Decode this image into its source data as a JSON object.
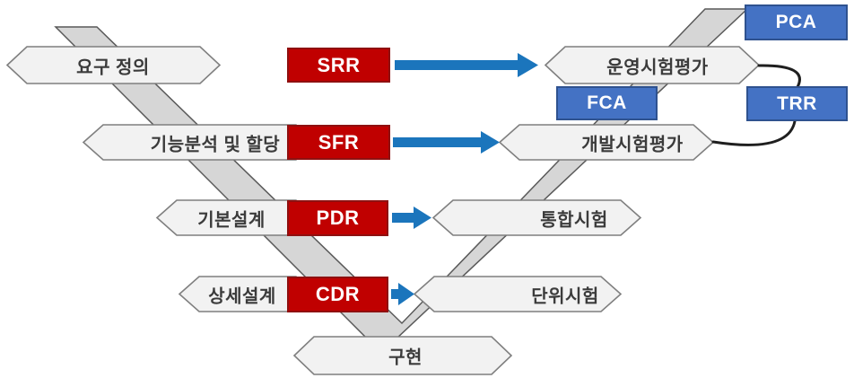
{
  "diagram": {
    "title_hint": "V-model development and test process",
    "phases": {
      "requirements": "요구 정의",
      "functional_analysis": "기능분석 및 할당",
      "preliminary_design": "기본설계",
      "detailed_design": "상세설계",
      "implementation": "구현",
      "unit_test": "단위시험",
      "integration_test": "통합시험",
      "development_test_eval": "개발시험평가",
      "operational_test_eval": "운영시험평가"
    },
    "reviews": {
      "srr": "SRR",
      "sfr": "SFR",
      "pdr": "PDR",
      "cdr": "CDR"
    },
    "audits": {
      "pca": "PCA",
      "fca": "FCA",
      "trr": "TRR"
    },
    "colors": {
      "review_bg": "#C00000",
      "review_border": "#8F1010",
      "audit_bg": "#4472C4",
      "audit_border": "#2F528F",
      "arrow": "#1B75BC",
      "band_fill": "#D6D6D6",
      "band_stroke": "#595959",
      "hex_fill": "#F2F2F2",
      "hex_stroke": "#7F7F7F",
      "connector": "#1F1F1F",
      "label_color": "#3B3B3B"
    }
  }
}
